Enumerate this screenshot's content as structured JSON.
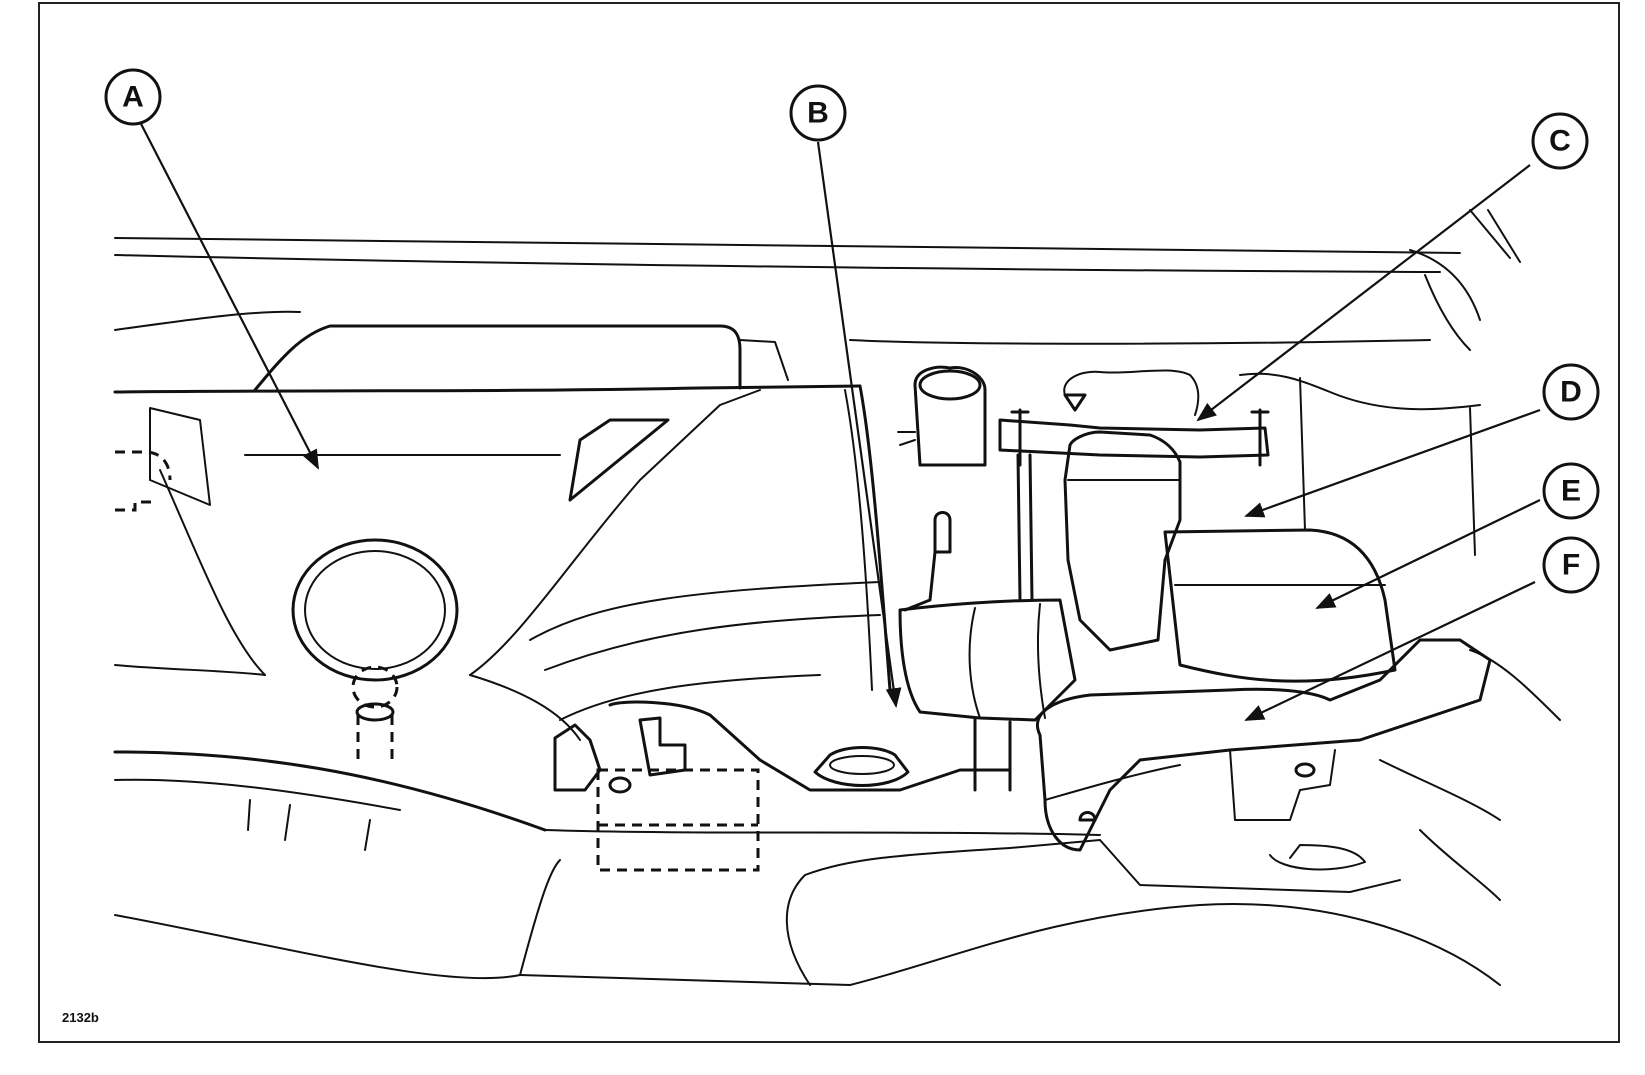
{
  "figure_code": "2132b",
  "callouts": [
    {
      "id": "A",
      "label": "A"
    },
    {
      "id": "B",
      "label": "B"
    },
    {
      "id": "C",
      "label": "C"
    },
    {
      "id": "D",
      "label": "D"
    },
    {
      "id": "E",
      "label": "E"
    },
    {
      "id": "F",
      "label": "F"
    }
  ]
}
